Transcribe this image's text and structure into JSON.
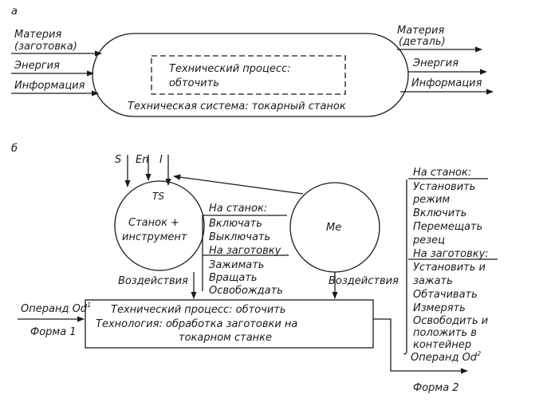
{
  "part_a": {
    "letter": "а",
    "inputs": {
      "matter_line1": "Материя",
      "matter_line2": "(заготовка)",
      "energy": "Энергия",
      "information": "Информация"
    },
    "outputs": {
      "matter_line1": "Материя",
      "matter_line2": "(деталь)",
      "energy": "Энергия",
      "information": "Информация"
    },
    "process_line1": "Технический процесс:",
    "process_line2": "обточить",
    "system_label": "Техническая система: токарный станок"
  },
  "part_b": {
    "letter": "б",
    "top_inputs": {
      "s": "S",
      "en": "En",
      "i": "I"
    },
    "ts": {
      "code": "TS",
      "line1": "Станок +",
      "line2": "инструмент"
    },
    "me": {
      "code": "Me"
    },
    "middle_commands": {
      "machine_header": "На станок:",
      "machine_items": [
        "Включать",
        "Выключать"
      ],
      "workpiece_header": "На заготовку",
      "workpiece_items": [
        "Зажимать",
        "Вращать",
        "Освобождать"
      ]
    },
    "right_commands": {
      "machine_header": "На станок:",
      "machine_items": [
        "Установить",
        "режим",
        "Включить",
        "Перемещать",
        "резец"
      ],
      "workpiece_header": "На заготовку:",
      "workpiece_items": [
        "Установить и",
        "зажать",
        "Обтачивать",
        "Измерять",
        "Освободить и",
        "положить в",
        "контейнер"
      ]
    },
    "actions_left": "Воздействия",
    "actions_right": "Воздействия",
    "operand_in": "Операнд Od",
    "operand_in_sup": "1",
    "form_in": "Форма 1",
    "operand_out": "Операнд Od",
    "operand_out_sup": "2",
    "form_out": "Форма 2",
    "process_box": {
      "line1": "Технический процесс: обточить",
      "line2": "Технология: обработка заготовки на",
      "line3": "токарном станке"
    }
  }
}
